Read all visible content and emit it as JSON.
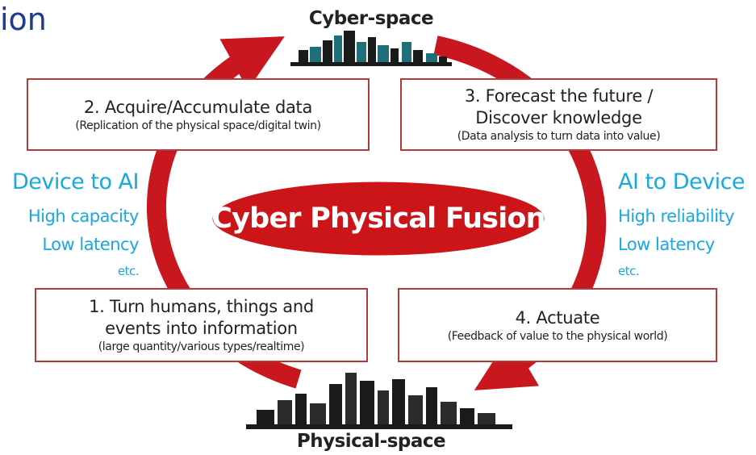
{
  "slide_title": "ion",
  "cyber_space_label": "Cyber-space",
  "physical_space_label": "Physical-space",
  "center": {
    "label": "Cyber Physical Fusion"
  },
  "steps": {
    "step1": {
      "title_line1": "1. Turn humans, things and",
      "title_line2": "events into information",
      "subtitle": "(large quantity/various types/realtime)"
    },
    "step2": {
      "title_line1": "2. Acquire/Accumulate data",
      "subtitle": "(Replication of the physical space/digital twin)"
    },
    "step3": {
      "title_line1": "3. Forecast the future /",
      "title_line2": "Discover knowledge",
      "subtitle": "(Data analysis to turn data into value)"
    },
    "step4": {
      "title_line1": "4. Actuate",
      "subtitle": "(Feedback of value to the physical world)"
    }
  },
  "left_side": {
    "heading": "Device to AI",
    "items": [
      "High capacity",
      "Low latency"
    ],
    "etc": "etc."
  },
  "right_side": {
    "heading": "AI to Device",
    "items": [
      "High reliability",
      "Low latency"
    ],
    "etc": "etc."
  },
  "colors": {
    "arrow": "#c8171e",
    "ellipse": "#cc1518",
    "ellipse_border": "#ffffff",
    "box_border": "#b53a3a",
    "side_text": "#19a8e0",
    "title": "#1f3c8c",
    "skyline": "#1a1a1a",
    "skyline_accent": "#1f6f7a"
  },
  "icons": {
    "cyber_space": "city-skyline-icon",
    "physical_space": "city-skyline-icon"
  }
}
